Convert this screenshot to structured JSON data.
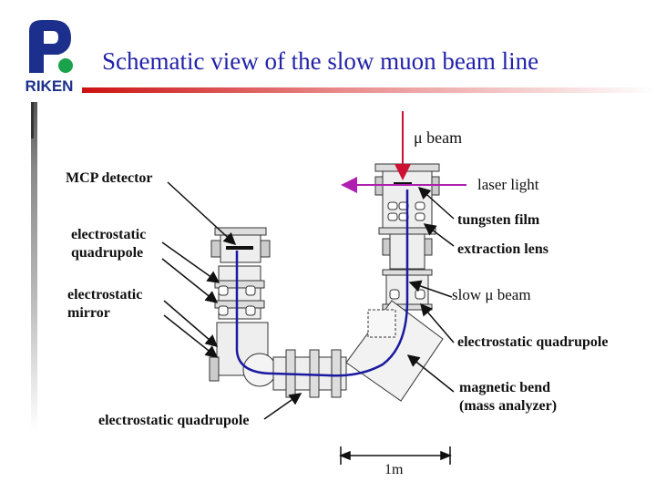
{
  "slide": {
    "title": "Schematic view of the slow muon beam line",
    "logo_text": "RIKEN"
  },
  "labels": {
    "mu_beam": "μ beam",
    "laser_light": "laser light",
    "mcp_detector": "MCP detector",
    "electrostatic_quadrupole_left_1": "electrostatic",
    "electrostatic_quadrupole_left_2": "quadrupole",
    "electrostatic_mirror_1": "electrostatic",
    "electrostatic_mirror_2": "mirror",
    "tungsten_film": "tungsten film",
    "extraction_lens": "extraction lens",
    "slow_mu_beam": "slow μ beam",
    "electrostatic_quadrupole_right": "electrostatic quadrupole",
    "magnetic_bend_1": "magnetic bend",
    "magnetic_bend_2": "(mass analyzer)",
    "electrostatic_quadrupole_bottom": "electrostatic quadrupole",
    "scale": "1m"
  },
  "colors": {
    "title": "#2222aa",
    "rule": "#cc1111",
    "beam": "#1a1aa0",
    "laser": "#b020b0",
    "mu_beam_arrow": "#cc1133",
    "logo_blue": "#1c2f8c",
    "logo_green": "#1aa34a"
  }
}
